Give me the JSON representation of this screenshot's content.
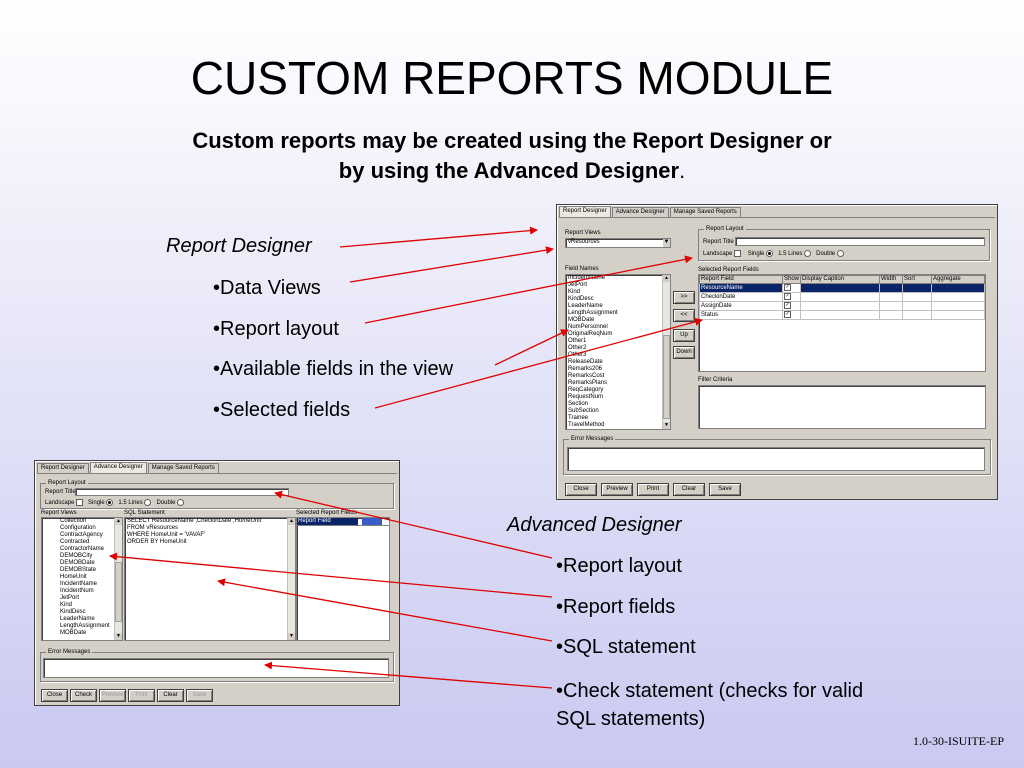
{
  "title": "CUSTOM REPORTS MODULE",
  "subtitle": {
    "text": "Custom reports may be created using the Report Designer or by using the Advanced Designer",
    "period": "."
  },
  "rd_heading": "Report Designer",
  "rd_bullets": [
    "•Data Views",
    "•Report layout",
    "•Available fields in the view",
    "•Selected fields"
  ],
  "ad_heading": "Advanced Designer",
  "ad_bullets": [
    "•Report layout",
    "•Report fields",
    "•SQL statement",
    "•Check statement (checks for valid SQL statements)"
  ],
  "footer": "1.0-30-ISUITE-EP",
  "arrow_color": "#e00000",
  "window_rd": {
    "tabs": [
      "Report Designer",
      "Advance Designer",
      "Manage Saved Reports"
    ],
    "report_views_label": "Report Views",
    "report_views_value": "vResources",
    "field_names_label": "Field Names",
    "fields": [
      "IncidentName",
      "JetPort",
      "Kind",
      "KindDesc",
      "LeaderName",
      "LengthAssignment",
      "MOBDate",
      "NumPersonnel",
      "OriginalReqNum",
      "Other1",
      "Other2",
      "Other3",
      "ReleaseDate",
      "Remarks206",
      "RemarksCost",
      "RemarksPlans",
      "ReqCategory",
      "RequestNum",
      "Section",
      "SubSection",
      "Trainee",
      "TravelMethod"
    ],
    "report_layout_label": "Report Layout",
    "report_title_label": "Report Title",
    "landscape_label": "Landscape",
    "single_label": "Single",
    "one_half_label": "1.5 Lines",
    "double_label": "Double",
    "selected_fields_label": "Selected Report Fields",
    "grid_headers": [
      "Report Field",
      "Show",
      "Display Caption",
      "Width",
      "Sort",
      "Aggregate"
    ],
    "grid_rows": [
      "ResourceName",
      "CheckinDate",
      "AssignDate",
      "Status"
    ],
    "btn_add": ">>",
    "btn_remove": "<<",
    "btn_up": "Up",
    "btn_down": "Down",
    "filter_label": "Filter Criteria",
    "errors_label": "Error Messages",
    "bottom_buttons": [
      "Close",
      "Preview",
      "Print",
      "Clear",
      "Save"
    ]
  },
  "window_ad": {
    "tabs": [
      "Report Designer",
      "Advance Designer",
      "Manage Saved Reports"
    ],
    "report_layout_label": "Report Layout",
    "report_title_label": "Report Title",
    "landscape_label": "Landscape",
    "single_label": "Single",
    "one_half_label": "1.5 Lines",
    "double_label": "Double",
    "report_views_label": "Report Views",
    "views": [
      "Collection",
      "Configuration",
      "ContractAgency",
      "Contracted",
      "ContractorName",
      "DEMOBCity",
      "DEMOBDate",
      "DEMOBState",
      "HomeUnit",
      "IncidentName",
      "IncidentNum",
      "JetPort",
      "Kind",
      "KindDesc",
      "LeaderName",
      "LengthAssignment",
      "MOBDate"
    ],
    "sql_label": "SQL Statement",
    "sql_lines": [
      "SELECT  ResourceName ,CheckinDate ,HomeUnit",
      "FROM vResources",
      "WHERE  HomeUnit = 'VAVAF'",
      "ORDER BY  HomeUnit"
    ],
    "selected_fields_label": "Selected Report Fields",
    "grid_header": "Report Field",
    "errors_label": "Error Messages",
    "bottom_buttons": [
      "Close",
      "Check",
      "Preview",
      "Print",
      "Clear",
      "Save"
    ]
  }
}
